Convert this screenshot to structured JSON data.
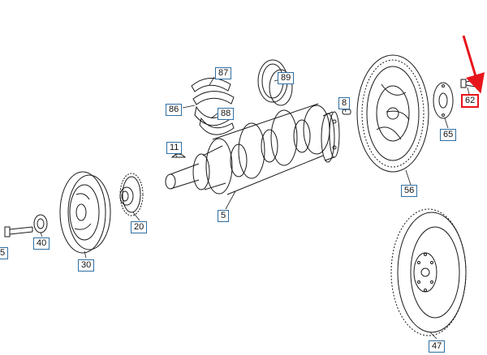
{
  "diagram": {
    "parts": [
      {
        "id": "87",
        "label": "87"
      },
      {
        "id": "89",
        "label": "89"
      },
      {
        "id": "86",
        "label": "86"
      },
      {
        "id": "88",
        "label": "88"
      },
      {
        "id": "8",
        "label": "8"
      },
      {
        "id": "11",
        "label": "11"
      },
      {
        "id": "5",
        "label": "5"
      },
      {
        "id": "56",
        "label": "56"
      },
      {
        "id": "65",
        "label": "65"
      },
      {
        "id": "62",
        "label": "62"
      },
      {
        "id": "20",
        "label": "20"
      },
      {
        "id": "40",
        "label": "40"
      },
      {
        "id": "30",
        "label": "30"
      },
      {
        "id": "15",
        "label": "5"
      },
      {
        "id": "47",
        "label": "47"
      }
    ],
    "highlight": {
      "part": "62",
      "color": "#e8141b"
    },
    "colors": {
      "line": "#1a1a1a",
      "label_border": "#2f6fa3",
      "arrow": "#e8141b"
    }
  }
}
